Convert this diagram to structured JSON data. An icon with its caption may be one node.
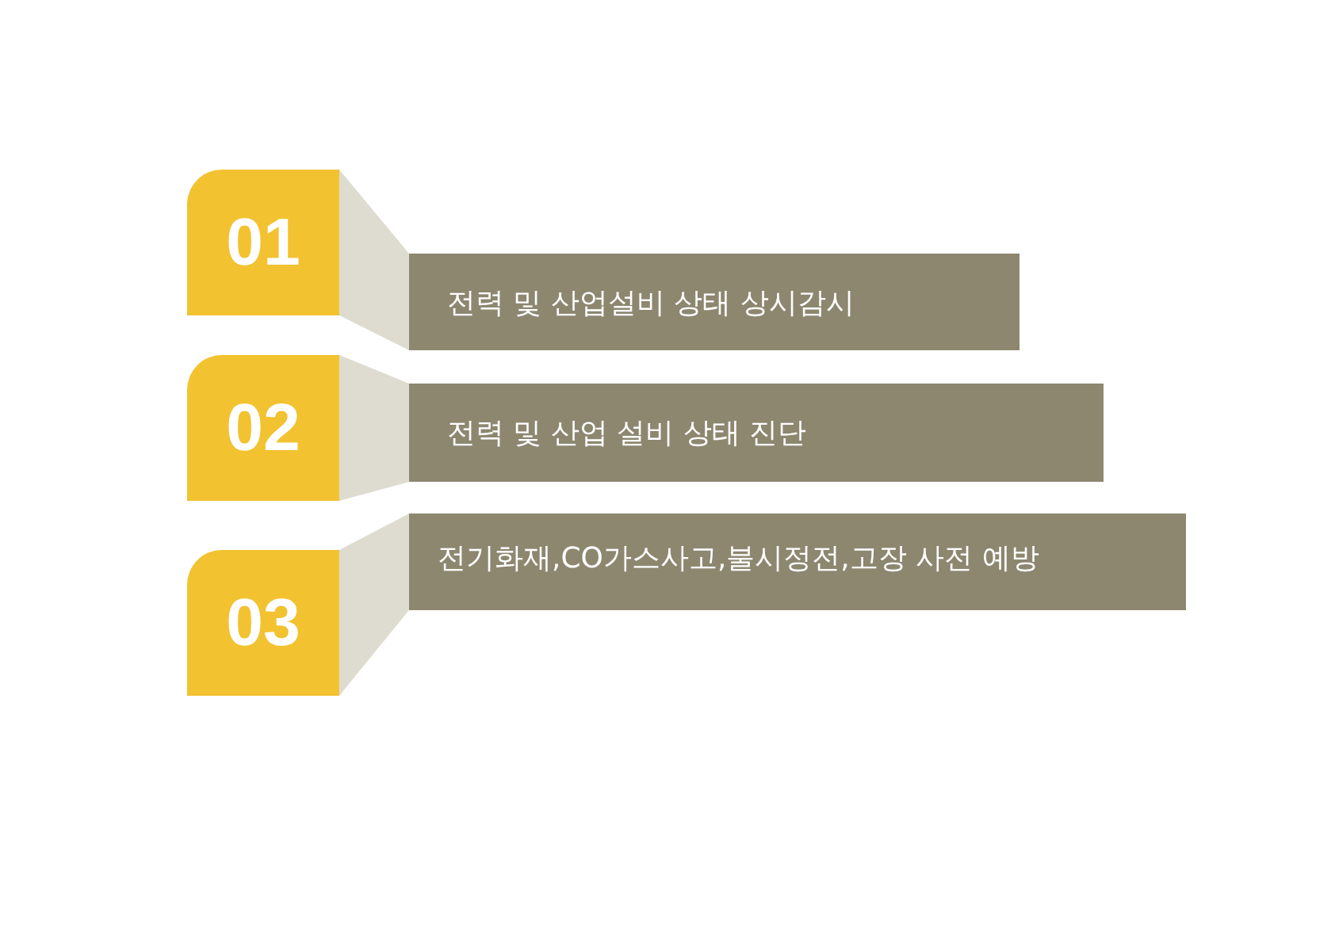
{
  "diagram": {
    "nodes": [
      {
        "text": [
          "01"
        ]
      },
      {
        "text": [
          "전력 및 산업설비 상태 상시감시"
        ]
      },
      {
        "text": [
          "02"
        ]
      },
      {
        "text": [
          "전력 및 산업 설비 상태 진단"
        ]
      },
      {
        "text": [
          "03"
        ]
      },
      {
        "text": [
          "전기화재,CO가스사고,불시정전,고장 사전 예방"
        ]
      }
    ],
    "edges": [
      {
        "from": 0,
        "to": 1,
        "arrow": "none"
      },
      {
        "from": 2,
        "to": 3,
        "arrow": "none"
      },
      {
        "from": 4,
        "to": 5,
        "arrow": "none"
      }
    ]
  }
}
